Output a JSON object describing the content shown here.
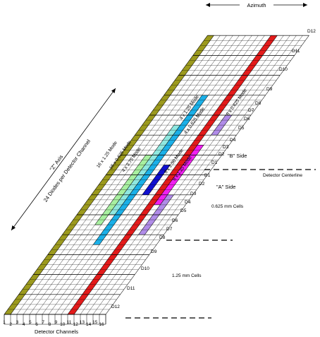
{
  "labels": {
    "azimuth": "Azimuth",
    "z_axis": "\"Z\" Axis",
    "z_axis_sub": "24 Diodes per Detector Channel",
    "b_side": "\"B\" Side",
    "a_side": "\"A\" Side",
    "detector_centerline": "Detector Centerline",
    "cells_0625": "0.625 mm Cells",
    "cells_125": "1.25 mm Cells",
    "detector_channels": "Detector Channels"
  },
  "modes": [
    "16 x 1.25 Mode",
    "16 x 0.625 Mode",
    "4 x 3.75 Mode",
    "8 x 2.50 Mode",
    "8 x 1.25 Mode",
    "4 x 1.25 Mode",
    "4 x 0.625 Mode",
    "8 x 0.625 Mode"
  ],
  "rows_b": [
    "D12",
    "D11",
    "D10",
    "D9",
    "D8",
    "D7",
    "D6",
    "D5",
    "D4",
    "D3",
    "D2",
    "D1"
  ],
  "rows_a": [
    "D1",
    "D2",
    "D3",
    "D4",
    "D5",
    "D6",
    "D7",
    "D8",
    "D9",
    "D10",
    "D11",
    "D12"
  ],
  "channels": [
    "1",
    "2",
    "3",
    "4",
    "5",
    "6",
    "7",
    "8",
    "9",
    "10",
    "11",
    "12",
    "13",
    "14",
    "15",
    "16"
  ],
  "colors": {
    "olive": "#9c9a1e",
    "red": "#e31b1b",
    "cyan": "#1bb0e8",
    "light_cyan": "#8fe8e0",
    "light_green": "#a8f0a0",
    "blue": "#1010d0",
    "magenta": "#f020f0",
    "lavender": "#b08ce8"
  }
}
